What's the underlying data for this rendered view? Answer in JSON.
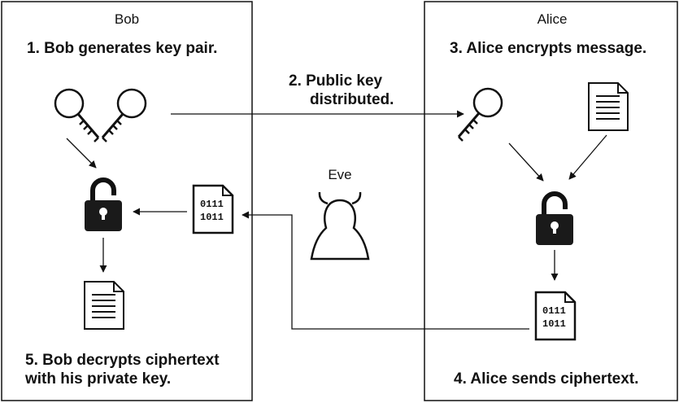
{
  "bob": {
    "title": "Bob",
    "step1": "1. Bob generates key pair.",
    "step5_line1": "5. Bob decrypts ciphertext",
    "step5_line2": "with his private key."
  },
  "alice": {
    "title": "Alice",
    "step3": "3. Alice encrypts message.",
    "step4": "4. Alice sends ciphertext."
  },
  "middle": {
    "step2_line1": "2. Public key",
    "step2_line2": "distributed.",
    "eve": "Eve"
  },
  "ciphertext": {
    "line1": "0111",
    "line2": "1011"
  },
  "icons": [
    "private-key-icon",
    "public-key-icon",
    "padlock-icon",
    "document-icon",
    "ciphertext-icon",
    "eve-icon"
  ],
  "colors": {
    "stroke": "#111111",
    "fill": "#1a1a1a",
    "background": "#ffffff"
  }
}
